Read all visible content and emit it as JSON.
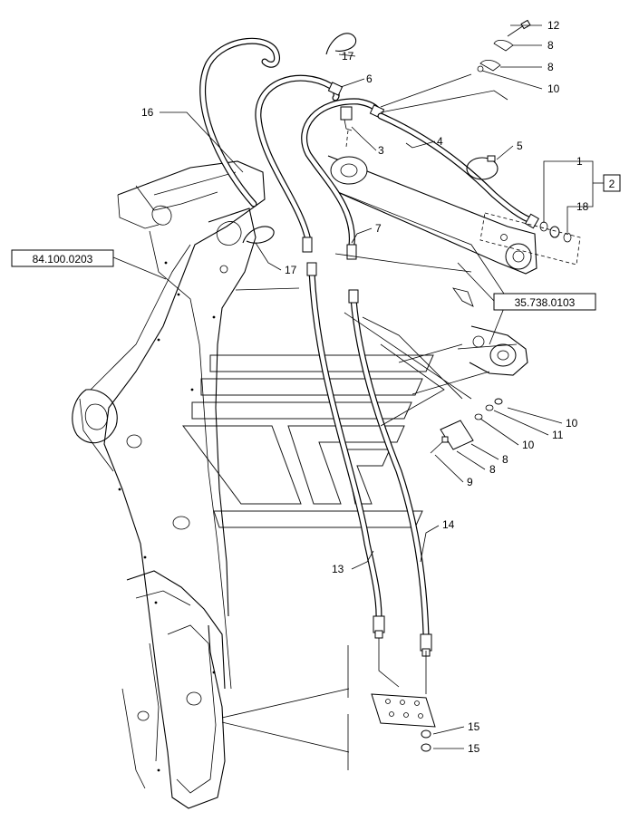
{
  "diagram": {
    "callouts": [
      {
        "id": "c1",
        "text": "1"
      },
      {
        "id": "c2",
        "text": "2"
      },
      {
        "id": "c3",
        "text": "3"
      },
      {
        "id": "c4",
        "text": "4"
      },
      {
        "id": "c5",
        "text": "5"
      },
      {
        "id": "c6",
        "text": "6"
      },
      {
        "id": "c7",
        "text": "7"
      },
      {
        "id": "c8a",
        "text": "8"
      },
      {
        "id": "c8b",
        "text": "8"
      },
      {
        "id": "c8c",
        "text": "8"
      },
      {
        "id": "c9",
        "text": "9"
      },
      {
        "id": "c10a",
        "text": "10"
      },
      {
        "id": "c10b",
        "text": "10"
      },
      {
        "id": "c10c",
        "text": "10"
      },
      {
        "id": "c11",
        "text": "11"
      },
      {
        "id": "c12",
        "text": "12"
      },
      {
        "id": "c13",
        "text": "13"
      },
      {
        "id": "c14",
        "text": "14"
      },
      {
        "id": "c15a",
        "text": "15"
      },
      {
        "id": "c15b",
        "text": "15"
      },
      {
        "id": "c16",
        "text": "16"
      },
      {
        "id": "c17a",
        "text": "17"
      },
      {
        "id": "c17b",
        "text": "17"
      },
      {
        "id": "c18",
        "text": "18"
      }
    ],
    "references": {
      "boom_ref": "84.100.0203",
      "cylinder_ref": "35.738.0103",
      "kit_ref": "2"
    }
  }
}
